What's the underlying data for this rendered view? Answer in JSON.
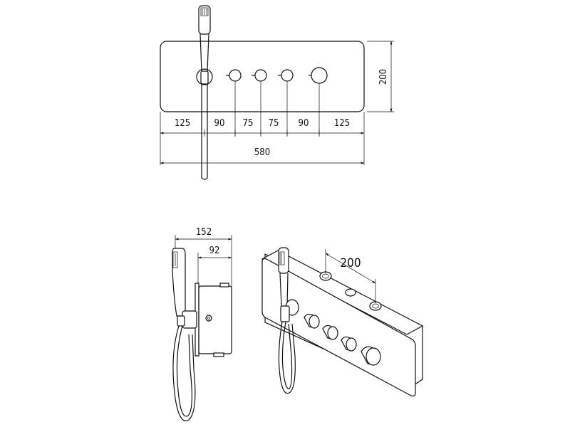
{
  "front_view": {
    "height_label": "200",
    "spacing_labels": [
      "125",
      "90",
      "75",
      "75",
      "90",
      "125"
    ],
    "total_width_label": "580"
  },
  "side_view": {
    "depth_label": "152",
    "body_depth_label": "92"
  },
  "iso_view": {
    "inlet_spacing_label": "200"
  }
}
